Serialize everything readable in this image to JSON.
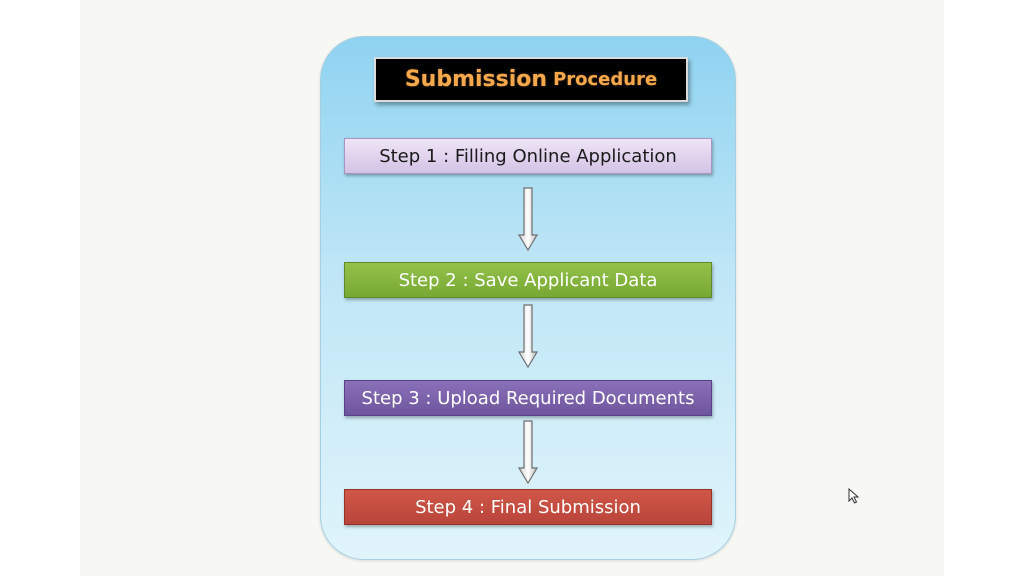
{
  "title": {
    "main": "Submission",
    "sub": "Procedure"
  },
  "steps": [
    {
      "label": "Step 1 : Filling Online Application"
    },
    {
      "label": "Step 2 : Save Applicant Data"
    },
    {
      "label": "Step 3 : Upload Required Documents"
    },
    {
      "label": "Step 4 : Final Submission"
    }
  ],
  "icons": {
    "arrow": "down-arrow-icon",
    "cursor": "mouse-pointer-icon"
  },
  "colors": {
    "panel": "#bfe6f6",
    "title_bg": "#000000",
    "title_text": "#f6a94a",
    "step1": "#d4c3e6",
    "step2": "#77a833",
    "step3": "#6e559e",
    "step4": "#b9443a"
  }
}
